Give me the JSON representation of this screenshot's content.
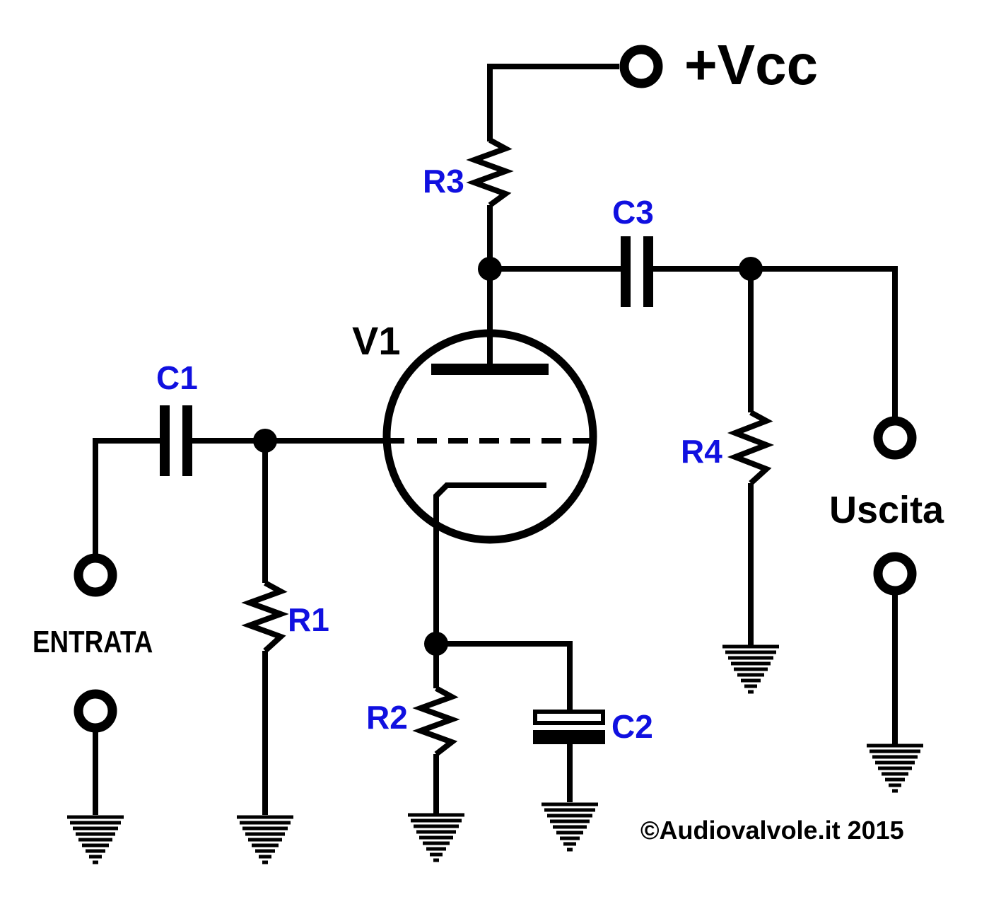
{
  "colors": {
    "wire": "#000000",
    "component_label": "#1010e0"
  },
  "components": {
    "r1": "R1",
    "r2": "R2",
    "r3": "R3",
    "r4": "R4",
    "c1": "C1",
    "c2": "C2",
    "c3": "C3",
    "v1": "V1"
  },
  "terminals": {
    "supply": "+Vcc",
    "input": "ENTRATA",
    "output": "Uscita"
  },
  "copyright": "©Audiovalvole.it 2015"
}
